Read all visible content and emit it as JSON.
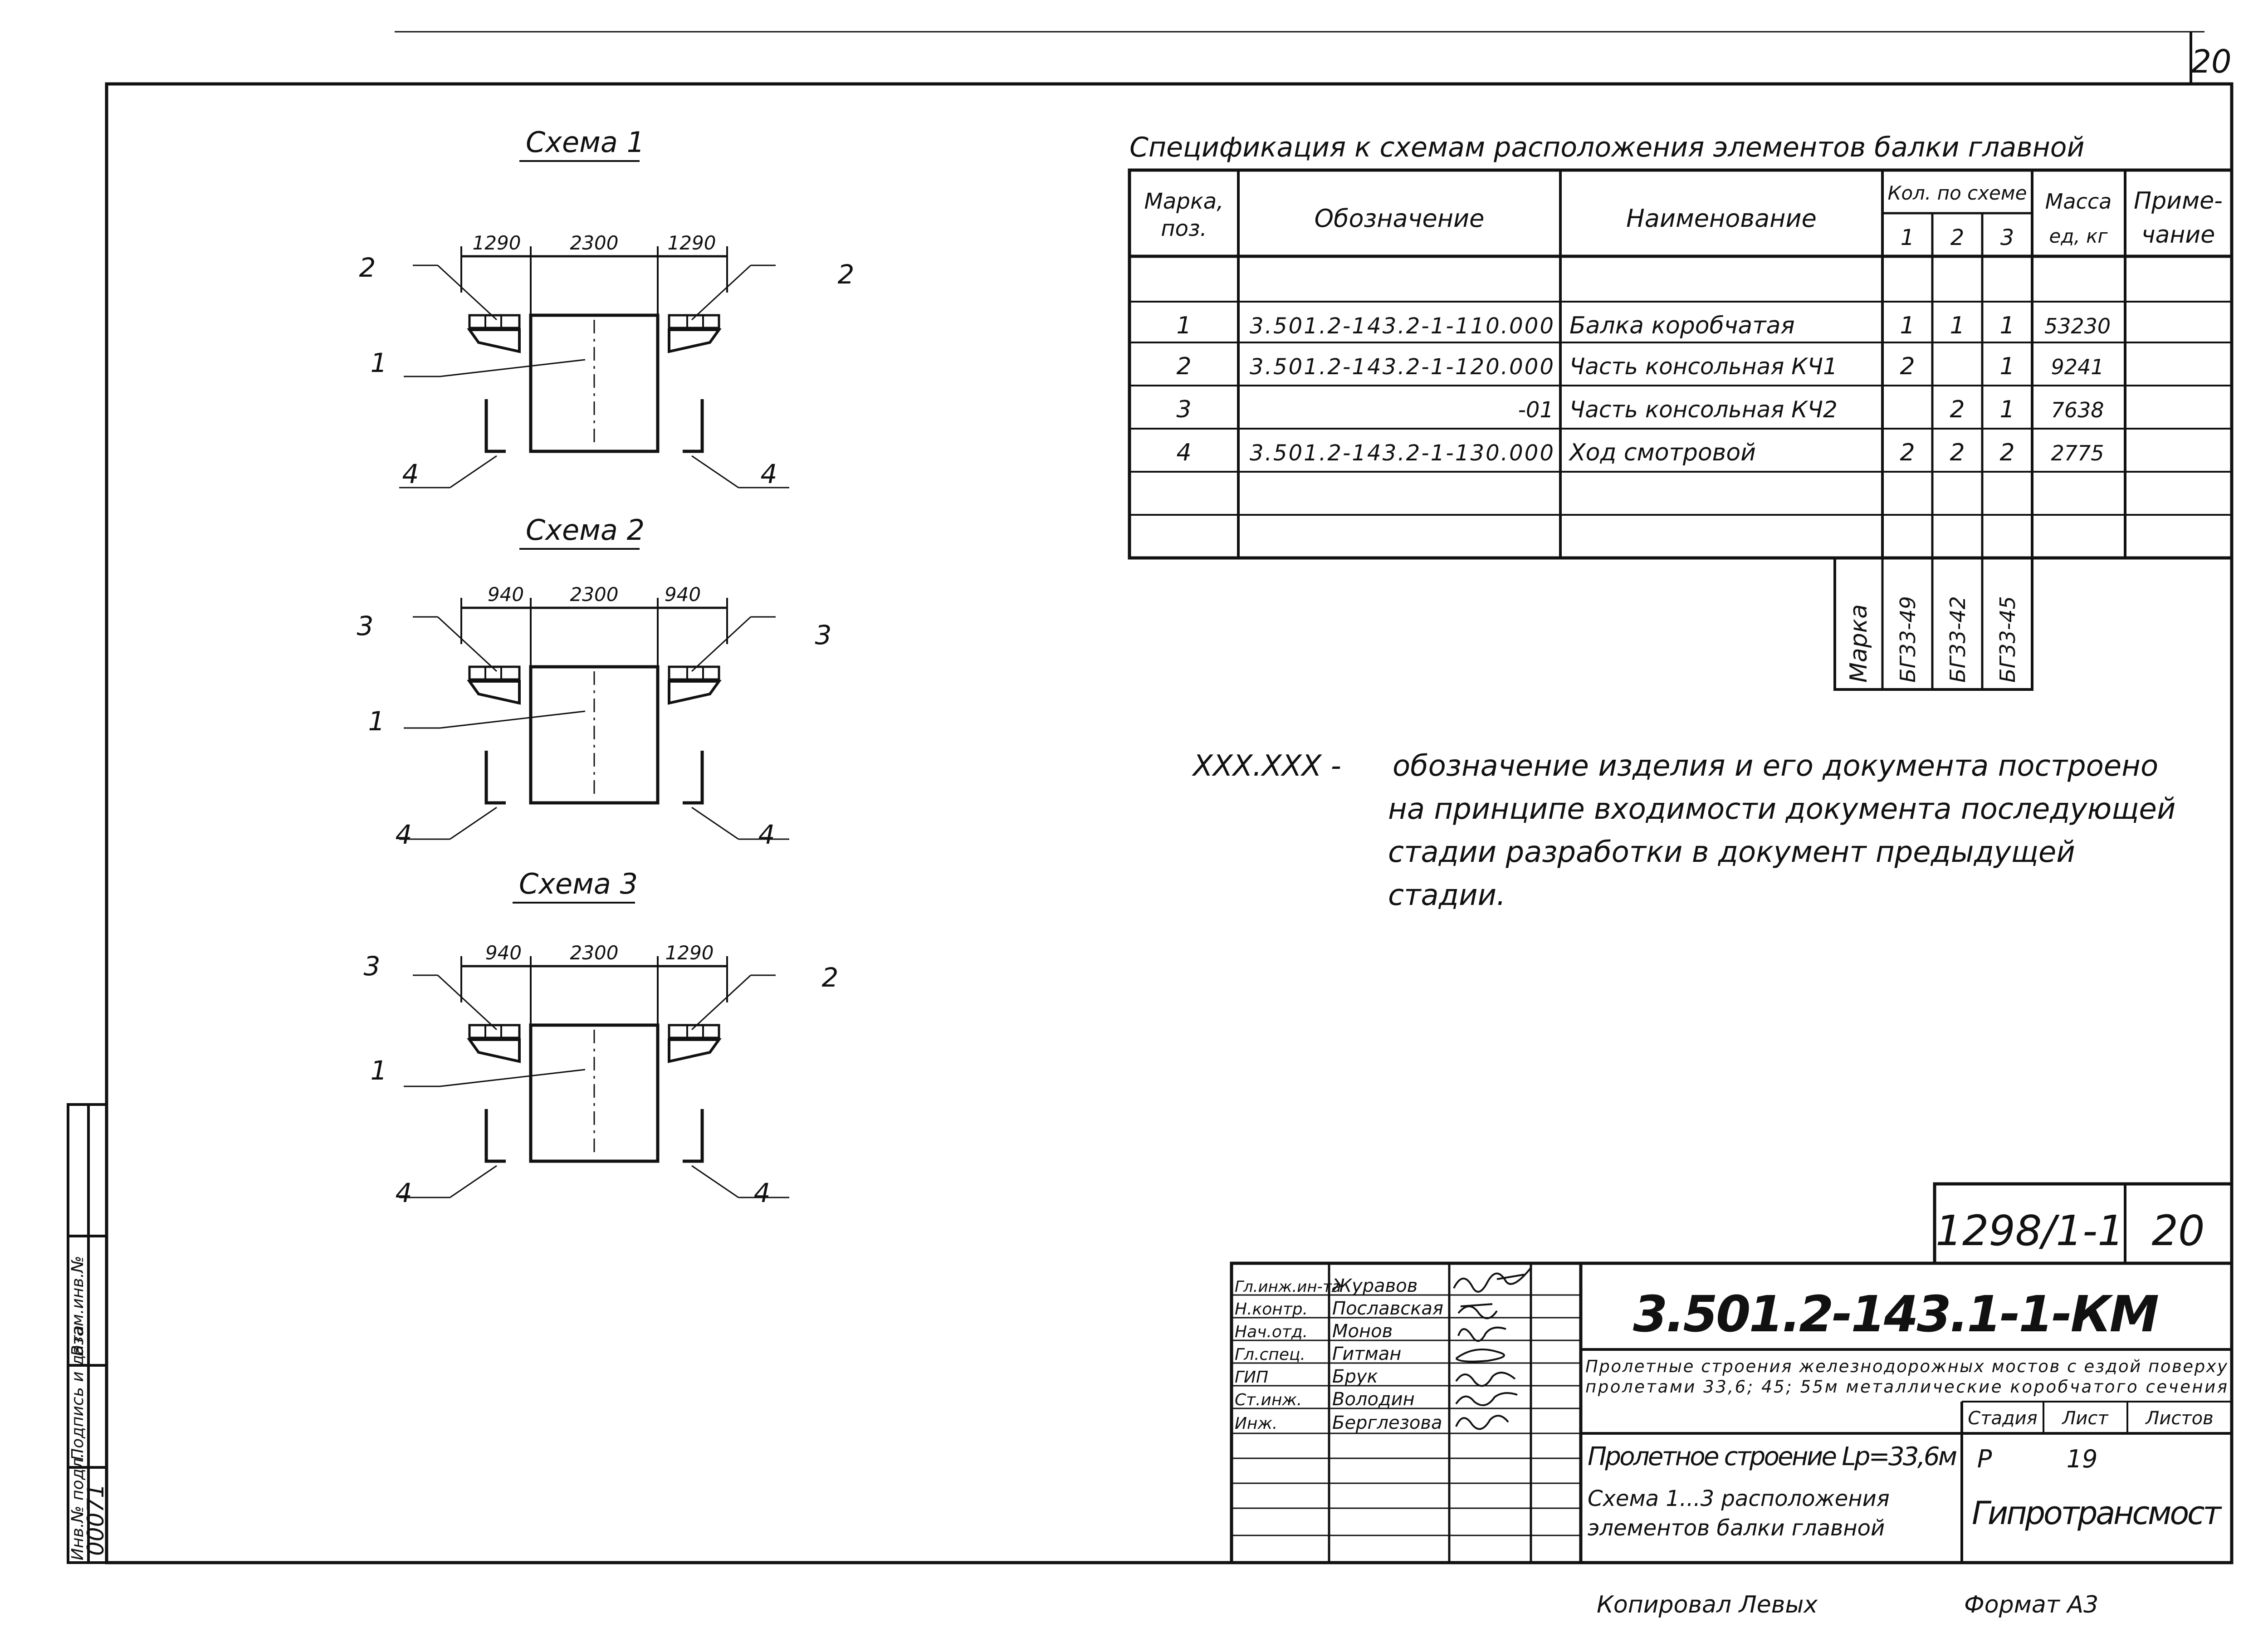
{
  "page_number": "20",
  "schemes": [
    {
      "title": "Схема 1",
      "dims": [
        "1290",
        "2300",
        "1290"
      ],
      "left_label": "2",
      "right_label": "2",
      "beam_label": "1",
      "walk_left": "4",
      "walk_right": "4"
    },
    {
      "title": "Схема 2",
      "dims": [
        "940",
        "2300",
        "940"
      ],
      "left_label": "3",
      "right_label": "3",
      "beam_label": "1",
      "walk_left": "4",
      "walk_right": "4"
    },
    {
      "title": "Схема 3",
      "dims": [
        "940",
        "2300",
        "1290"
      ],
      "left_label": "3",
      "right_label": "2",
      "beam_label": "1",
      "walk_left": "4",
      "walk_right": "4"
    }
  ],
  "spec": {
    "title": "Спецификация к схемам расположения элементов балки главной",
    "headers": {
      "mark_1": "Марка,",
      "mark_2": "поз.",
      "designation": "Обозначение",
      "name": "Наименование",
      "qty": "Кол. по схеме",
      "qty_cols": [
        "1",
        "2",
        "3"
      ],
      "mass_1": "Масса",
      "mass_2": "ед, кг",
      "note_1": "Приме-",
      "note_2": "чание"
    },
    "rows": [
      {
        "mark": "1",
        "designation": "3.501.2-143.2-1-110.000",
        "name": "Балка коробчатая",
        "q1": "1",
        "q2": "1",
        "q3": "1",
        "mass": "53230"
      },
      {
        "mark": "2",
        "designation": "3.501.2-143.2-1-120.000",
        "name": "Часть консольная КЧ1",
        "q1": "2",
        "q2": "",
        "q3": "1",
        "mass": "9241"
      },
      {
        "mark": "3",
        "designation": "-01",
        "name": "Часть консольная КЧ2",
        "q1": "",
        "q2": "2",
        "q3": "1",
        "mass": "7638"
      },
      {
        "mark": "4",
        "designation": "3.501.2-143.2-1-130.000",
        "name": "Ход смотровой",
        "q1": "2",
        "q2": "2",
        "q3": "2",
        "mass": "2775"
      }
    ],
    "marks_label": "Марка",
    "marks": [
      "БГ33-49",
      "БГ33-42",
      "БГ33-45"
    ]
  },
  "note": {
    "lead": "XXX.XXX -",
    "lines": [
      "обозначение изделия и его документа построено",
      "на принципе входимости документа последующей",
      "стадии разработки в документ предыдущей",
      "стадии."
    ]
  },
  "title_block": {
    "album": "1298/1-1",
    "sheet_top": "20",
    "code": "3.501.2-143.1-1-КМ",
    "project_1": "Пролетные строения железнодорожных мостов с ездой поверху",
    "project_2": "пролетами 33,6; 45; 55м металлические коробчатого сечения",
    "object": "Пролетное строение Lp=33,6м",
    "drawing_1": "Схема 1...3 расположения",
    "drawing_2": "элементов балки главной",
    "stage_label": "Стадия",
    "sheet_label": "Лист",
    "sheets_label": "Листов",
    "stage": "Р",
    "sheet": "19",
    "org": "Гипротрансмост",
    "signatures": [
      {
        "role": "Гл.инж.ин-та",
        "name": "Журавов"
      },
      {
        "role": "Н.контр.",
        "name": "Пославская"
      },
      {
        "role": "Нач.отд.",
        "name": "Монов"
      },
      {
        "role": "Гл.спец.",
        "name": "Гитман"
      },
      {
        "role": "ГИП",
        "name": "Брук"
      },
      {
        "role": "Ст.инж.",
        "name": "Володин"
      },
      {
        "role": "Инж.",
        "name": "Берглезова"
      }
    ]
  },
  "side_stamp": {
    "inv_label": "Инв.№ подл.",
    "sign_label": "Подпись и дата",
    "vzam_label": "Взам.инв.№",
    "inv_number": "00071"
  },
  "footer": {
    "copied": "Копировал Левых",
    "format": "Формат А3"
  }
}
